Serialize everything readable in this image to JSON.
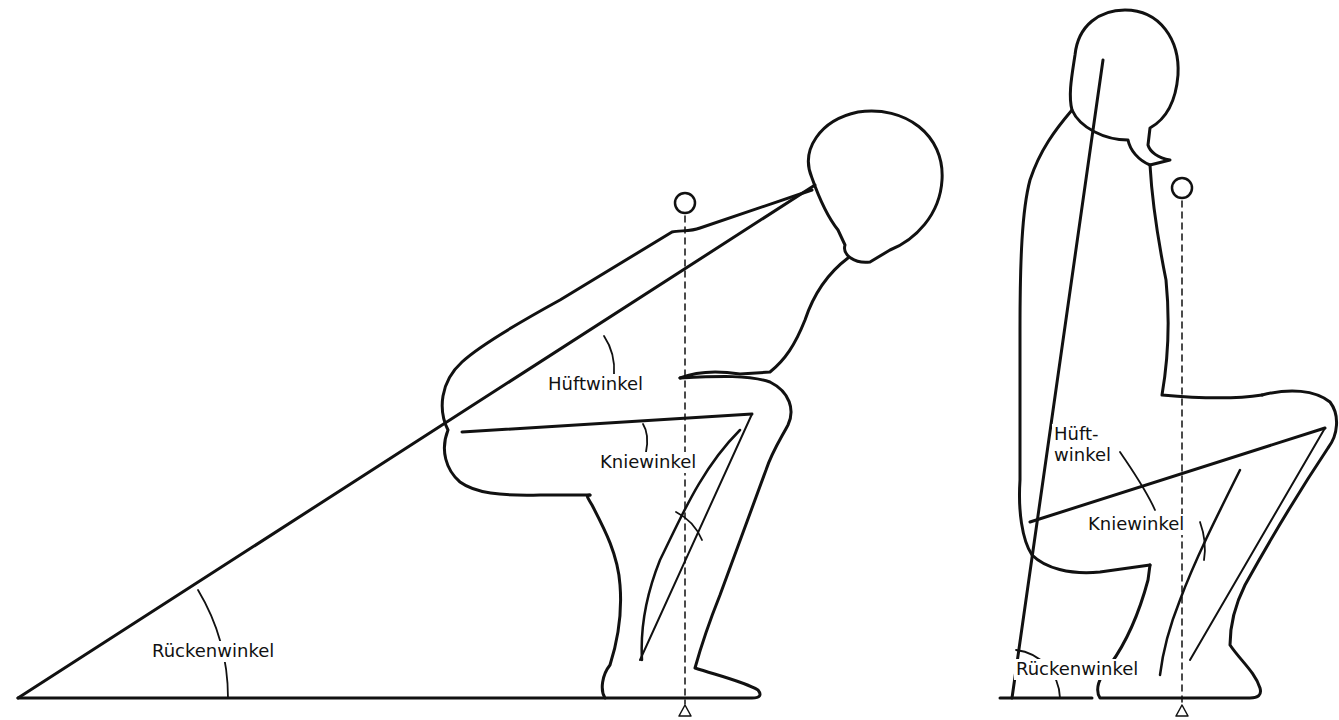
{
  "diagram": {
    "labels": [
      "Hüftwinkel",
      "Kniewinkel",
      "Rückenwinkel",
      "Hüft- winkel",
      "Kniewinkel",
      "Rückenwinkel"
    ]
  }
}
